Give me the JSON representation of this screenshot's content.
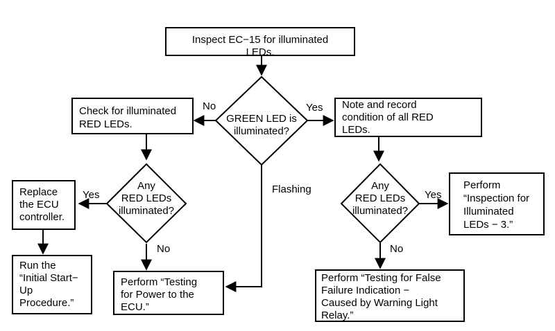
{
  "nodes": {
    "inspect": [
      "Inspect EC−15 for illuminated",
      "LEDs."
    ],
    "green_decision": [
      "GREEN LED is",
      "illuminated?"
    ],
    "check_red": [
      "Check for illuminated",
      "RED LEDs."
    ],
    "note_record": [
      "Note and record",
      "condition of all RED",
      "LEDs."
    ],
    "any_red_left": [
      "Any",
      "RED LEDs",
      "illuminated?"
    ],
    "any_red_right": [
      "Any",
      "RED LEDs",
      "illuminated?"
    ],
    "replace_ecu": [
      "Replace",
      "the ECU",
      "controller."
    ],
    "run_startup": [
      "Run the",
      "“Initial Start−",
      "Up",
      "Procedure.”"
    ],
    "testing_power": [
      "Perform “Testing",
      "for Power to the",
      "ECU.”"
    ],
    "inspection_leds": [
      "Perform",
      "“Inspection for",
      "Illuminated",
      "LEDs − 3.”"
    ],
    "testing_false": [
      "Perform “Testing for False",
      "Failure Indication −",
      "Caused by Warning Light",
      "Relay.”"
    ]
  },
  "edge_labels": {
    "no_top": "No",
    "yes_top": "Yes",
    "flashing": "Flashing",
    "yes_left": "Yes",
    "no_left": "No",
    "yes_right": "Yes",
    "no_right": "No"
  }
}
